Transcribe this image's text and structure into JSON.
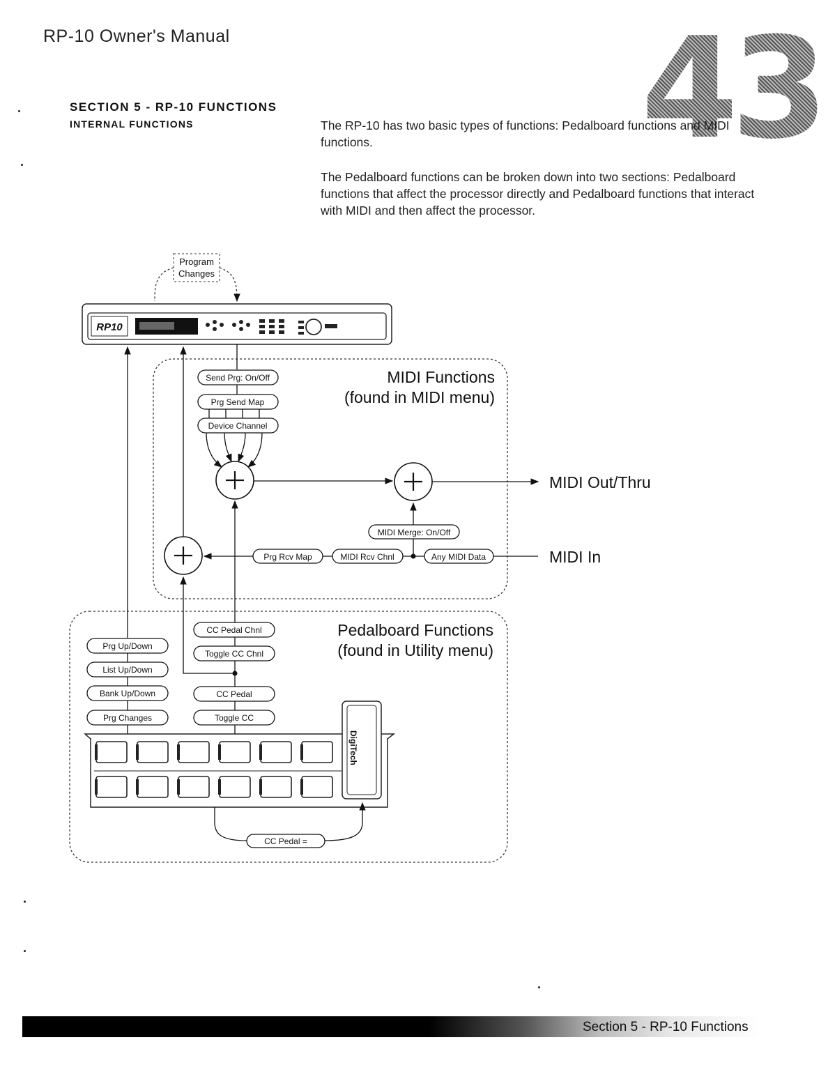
{
  "header": {
    "manual_title": "RP-10 Owner's Manual",
    "page_number": "43"
  },
  "section": {
    "title": "SECTION 5 - RP-10 FUNCTIONS",
    "subtitle": "INTERNAL FUNCTIONS"
  },
  "body": {
    "paragraph1": "The RP-10 has two basic types of functions: Pedalboard functions and MIDI functions.",
    "paragraph2": "The Pedalboard functions can be broken down into two sections: Pedalboard functions that affect the processor directly and Pedalboard functions that interact with MIDI and then affect the processor."
  },
  "diagram": {
    "program_changes_line1": "Program",
    "program_changes_line2": "Changes",
    "unit_logo": "RP10",
    "midi_group_title": "MIDI Functions",
    "midi_group_subtitle": "(found in MIDI menu)",
    "send_prg": "Send Prg: On/Off",
    "prg_send_map": "Prg Send Map",
    "device_channel": "Device Channel",
    "midi_out_thru": "MIDI Out/Thru",
    "midi_merge": "MIDI Merge: On/Off",
    "prg_rcv_map": "Prg Rcv Map",
    "midi_rcv_chnl": "MIDI Rcv Chnl",
    "any_midi_data": "Any MIDI Data",
    "midi_in": "MIDI In",
    "pedal_group_title": "Pedalboard Functions",
    "pedal_group_subtitle": "(found in Utility menu)",
    "prg_up_down": "Prg Up/Down",
    "list_up_down": "List Up/Down",
    "bank_up_down": "Bank Up/Down",
    "prg_changes": "Prg Changes",
    "cc_pedal_chnl": "CC Pedal Chnl",
    "toggle_cc_chnl": "Toggle CC Chnl",
    "cc_pedal": "CC Pedal",
    "toggle_cc": "Toggle CC",
    "pedal_brand": "DigiTech",
    "cc_pedal_eq": "CC Pedal ="
  },
  "footer": {
    "text": "Section 5 - RP-10 Functions"
  }
}
